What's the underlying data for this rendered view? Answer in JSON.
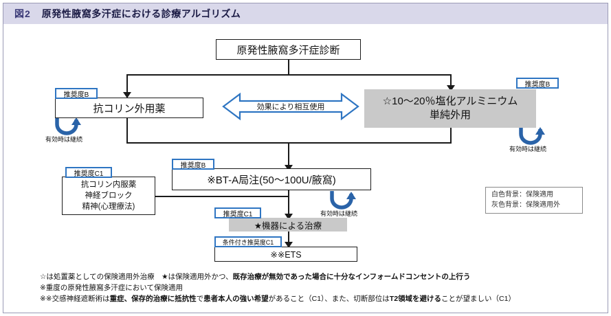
{
  "header": {
    "figure_number": "図2",
    "title": "原発性腋窩多汗症における診療アルゴリズム",
    "bar_color": "#d9d8ea",
    "number_color": "#3b3a77"
  },
  "nodes": {
    "diagnosis": "原発性腋窩多汗症診断",
    "anticholinergic_topical": "抗コリン外用薬",
    "aluminium_chloride_line1": "☆10〜20％塩化アルミニウム",
    "aluminium_chloride_line2": "単純外用",
    "bta_injection": "※BT-A局注(50〜100U/腋窩)",
    "second_line_1": "抗コリン内服薬",
    "second_line_2": "神経ブロック",
    "second_line_3": "精神(心理療法)",
    "device_therapy": "★機器による治療",
    "ets": "※※ETS"
  },
  "tags": {
    "topical_b": "推奨度B",
    "aluminium_b": "推奨度B",
    "bta_b": "推奨度B",
    "oral_c1": "推奨度C1",
    "device_c1": "推奨度C1",
    "ets_c1": "条件付き推奨度C1"
  },
  "connectors": {
    "mutual_use": "効果により相互使用",
    "continue_left": "有効時は継続",
    "continue_right": "有効時は継続",
    "continue_bta": "有効時は継続"
  },
  "legend": {
    "white_bg": "白色背景：保険適用",
    "gray_bg": "灰色背景：保険適用外"
  },
  "footnotes": {
    "line1_plain_a": "☆は処置薬としての保険適用外治療　★は保険適用外かつ、",
    "line1_bold": "既存治療が無効であった場合に十分なインフォームドコンセントの上行う",
    "line2": "※重度の原発性腋窩多汗症において保険適用",
    "line3_a": "※※交感神経遮断術は",
    "line3_bold_a": "重症、保存的治療に抵抗性",
    "line3_b": "で",
    "line3_bold_b": "患者本人の強い希望",
    "line3_c": "があること（C1）、また、切断部位は",
    "line3_bold_c": "T2領域を避ける",
    "line3_d": "ことが望ましい（C1）"
  },
  "colors": {
    "accent_blue": "#2e75c2",
    "loop_blue": "#2a63a8",
    "gray_box": "#c9c9c9",
    "line_black": "#1a1a1a"
  }
}
